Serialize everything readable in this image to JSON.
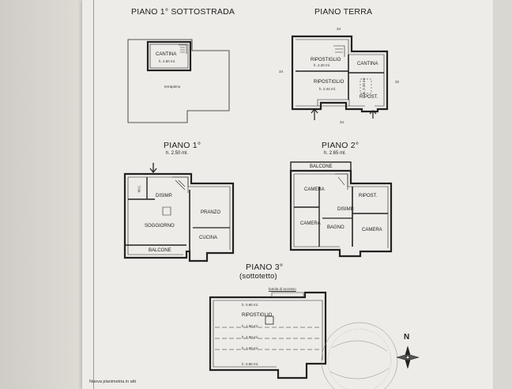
{
  "floors": {
    "basement": {
      "title": "PIANO 1° SOTTOSTRADA",
      "rooms": [
        "CANTINA",
        "h. 2.50 ml.",
        "terrapieno"
      ]
    },
    "ground": {
      "title": "PIANO TERRA",
      "rooms": [
        "RIPOSTIGLIO",
        "h. 2.20 ml.",
        "CANTINA",
        "RIPOSTIGLIO",
        "h. 2.44 ml.",
        "RIPOST.",
        "h. 2.20 ml."
      ],
      "dims": [
        "34",
        "34",
        "32",
        "34"
      ]
    },
    "first": {
      "title": "PIANO 1°",
      "height": "h. 2.50 ml.",
      "rooms": [
        "W.C.",
        "DISIMP.",
        "SOGGIORNO",
        "PRANZO",
        "CUCINA",
        "BALCONE"
      ]
    },
    "second": {
      "title": "PIANO 2°",
      "height": "h. 2.65 ml.",
      "rooms": [
        "BALCONE",
        "CAMERA",
        "DISIMP.",
        "RIPOST.",
        "CAMERA",
        "BAGNO",
        "CAMERA"
      ]
    },
    "third": {
      "title": "PIANO 3°",
      "subtitle": "(sottotetto)",
      "rooms": [
        "RIPOSTIGLIO",
        "h. 0.80 ml.",
        "h. 1.80 ml.",
        "h. 2.90 ml.",
        "h. 1.80 ml.",
        "h. 0.80 ml."
      ],
      "note": "botola di accesso"
    }
  },
  "compass": {
    "label": "N"
  },
  "footer": {
    "text": "Nuova planimetria in atti"
  }
}
